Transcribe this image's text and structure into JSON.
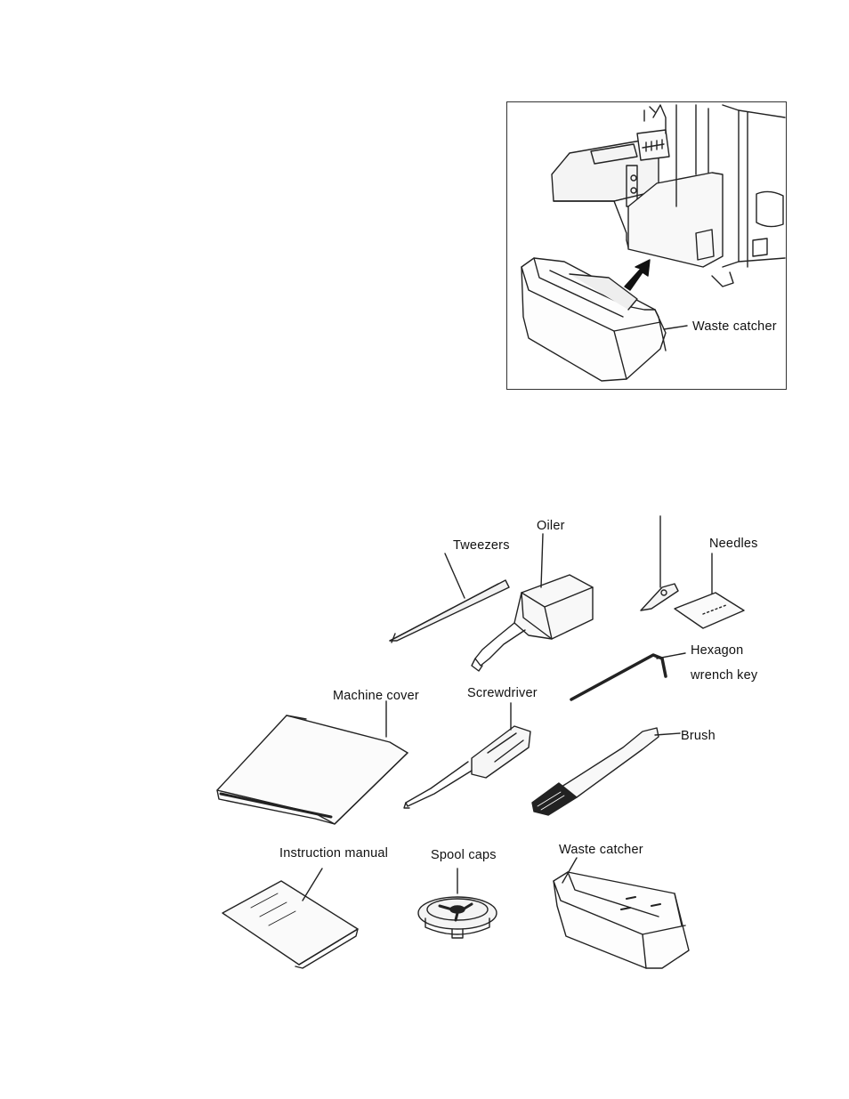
{
  "top_figure": {
    "waste_catcher_label": "Waste catcher"
  },
  "accessories": {
    "oiler": "Oiler",
    "tweezers": "Tweezers",
    "needles": "Needles",
    "hexagon_line1": "Hexagon",
    "hexagon_line2": "wrench key",
    "machine_cover": "Machine cover",
    "screwdriver": "Screwdriver",
    "brush": "Brush",
    "instruction_manual": "Instruction manual",
    "spool_caps": "Spool caps",
    "waste_catcher": "Waste catcher"
  }
}
